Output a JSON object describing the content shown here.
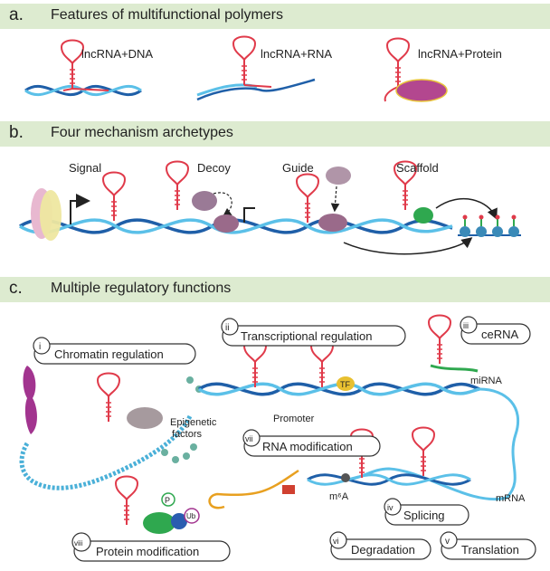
{
  "panels": {
    "a": {
      "letter": "a.",
      "title": "Features of multifunctional polymers",
      "labels": [
        "lncRNA+DNA",
        "lncRNA+RNA",
        "lncRNA+Protein"
      ]
    },
    "b": {
      "letter": "b.",
      "title": "Four mechanism archetypes",
      "labels": [
        "Signal",
        "Decoy",
        "Guide",
        "Scaffold"
      ]
    },
    "c": {
      "letter": "c.",
      "title": "Multiple regulatory functions",
      "functions": [
        {
          "num": "i",
          "label": "Chromatin regulation"
        },
        {
          "num": "ii",
          "label": "Transcriptional regulation"
        },
        {
          "num": "iii",
          "label": "ceRNA"
        },
        {
          "num": "iv",
          "label": "Splicing"
        },
        {
          "num": "v",
          "label": "Translation"
        },
        {
          "num": "vi",
          "label": "Degradation"
        },
        {
          "num": "vii",
          "label": "RNA modification"
        },
        {
          "num": "viii",
          "label": "Protein modification"
        }
      ],
      "annotations": {
        "miRNA": "miRNA",
        "promoter": "Promoter",
        "tf": "TF",
        "epigenetic1": "Epigenetic",
        "epigenetic2": "factors",
        "m6a": "m⁶A",
        "mrna": "mRNA",
        "p": "P",
        "ub": "Ub"
      }
    }
  },
  "colors": {
    "header_bg": "#ddebd0",
    "dna_dark": "#1f5fa8",
    "dna_light": "#5bc0e8",
    "rna": "#e03a4a",
    "protein": "#8a6a8a"
  }
}
